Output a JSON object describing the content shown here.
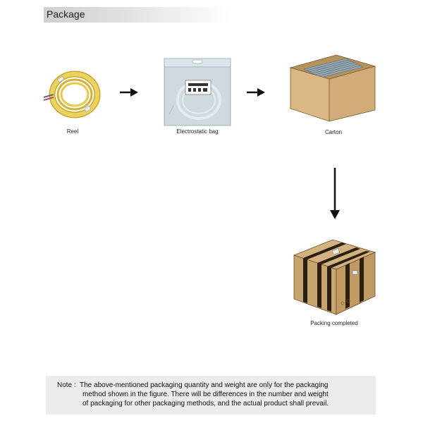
{
  "header": {
    "title": "Package"
  },
  "steps": [
    {
      "label": "Reel",
      "icon": "reel-icon"
    },
    {
      "label": "Electrostatic bag",
      "icon": "electrostatic-bag-icon"
    },
    {
      "label": "Carton",
      "icon": "carton-icon"
    },
    {
      "label": "Packing completed",
      "icon": "sealed-box-icon"
    }
  ],
  "note": {
    "prefix": "Note :",
    "lines": [
      "The above-mentioned packaging quantity and weight are only for the packaging",
      "method shown in the figure. There will be differences in the number and weight",
      "of packaging for other packaging methods, and the actual product shall prevail."
    ]
  },
  "colors": {
    "reel": "#e6c84a",
    "carton": "#d9b886",
    "bag": "#cfd9de",
    "arrow": "#111111"
  }
}
